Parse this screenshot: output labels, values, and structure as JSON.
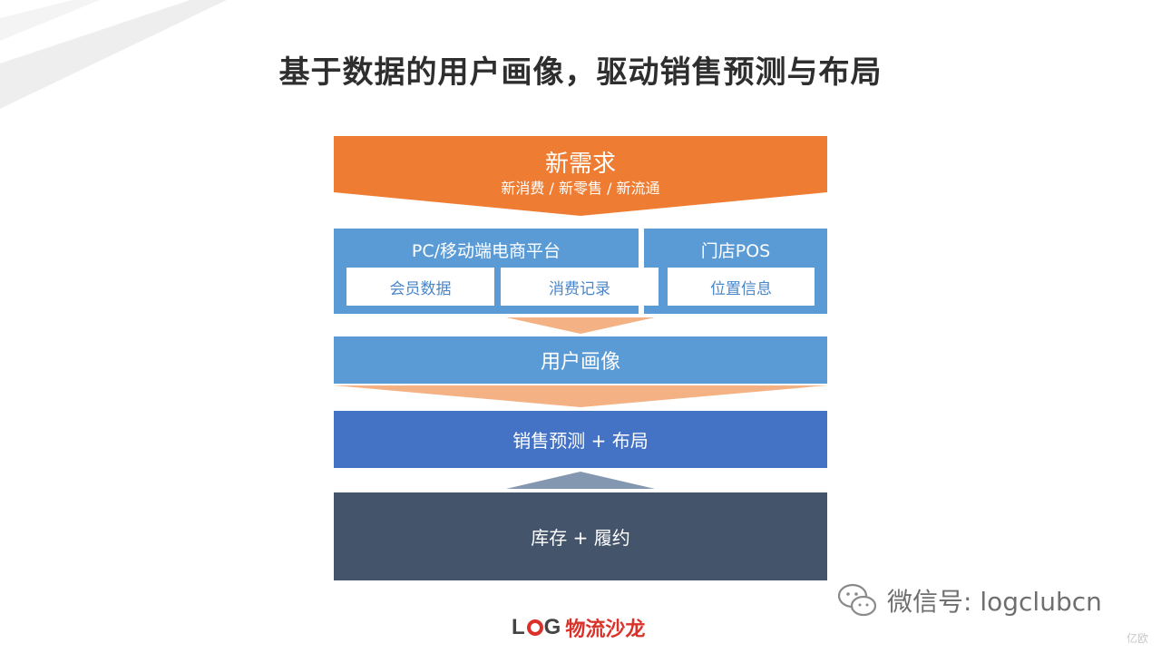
{
  "title": "基于数据的用户画像，驱动销售预测与布局",
  "diagram": {
    "demand": {
      "label": "新需求",
      "sublabel": "新消费 / 新零售 / 新流通"
    },
    "platform": {
      "online_label": "PC/移动端电商平台",
      "store_label": "门店POS",
      "items": [
        "会员数据",
        "消费记录",
        "位置信息"
      ]
    },
    "persona": "用户画像",
    "forecast": "销售预测 + 布局",
    "inventory": "库存 + 履约"
  },
  "colors": {
    "orange": "#ee7d33",
    "light_orange": "#f4b183",
    "blue": "#5b9bd5",
    "mid_blue": "#4472c4",
    "dark": "#44546a",
    "arrow_gray": "#8497b0"
  },
  "watermark": {
    "text": "微信号: logclubcn",
    "icon": "wechat-icon"
  },
  "logo": {
    "text_before": "L",
    "text_after": "G",
    "chinese": "物流沙龙"
  },
  "corner_mark": "亿欧"
}
